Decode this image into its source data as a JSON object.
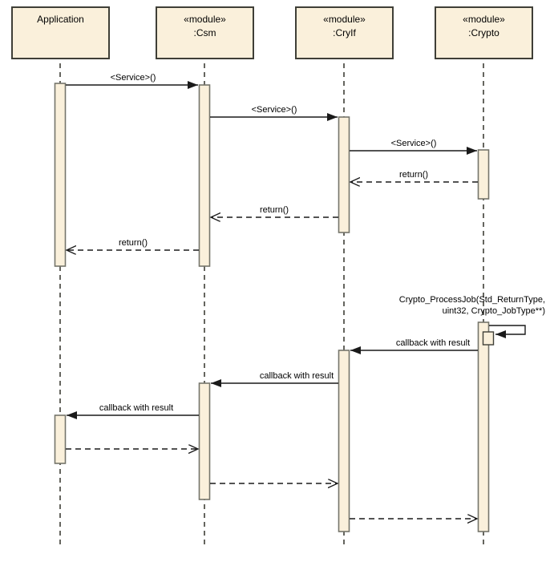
{
  "diagram_type": "uml-sequence-diagram",
  "lifelines": [
    {
      "stereotype": "",
      "name": "Application"
    },
    {
      "stereotype": "«module»",
      "name": ":Csm"
    },
    {
      "stereotype": "«module»",
      "name": ":CryIf"
    },
    {
      "stereotype": "«module»",
      "name": ":Crypto"
    }
  ],
  "messages": [
    {
      "label": "<Service>()",
      "from": "Application",
      "to": "Csm",
      "type": "sync-call"
    },
    {
      "label": "<Service>()",
      "from": "Csm",
      "to": "CryIf",
      "type": "sync-call"
    },
    {
      "label": "<Service>()",
      "from": "CryIf",
      "to": "Crypto",
      "type": "sync-call"
    },
    {
      "label": "return()",
      "from": "Crypto",
      "to": "CryIf",
      "type": "return"
    },
    {
      "label": "return()",
      "from": "CryIf",
      "to": "Csm",
      "type": "return"
    },
    {
      "label": "return()",
      "from": "Csm",
      "to": "Application",
      "type": "return"
    },
    {
      "label_line1": "Crypto_ProcessJob(Std_ReturnType,",
      "label_line2": "uint32, Crypto_JobType**)",
      "from": "Crypto",
      "to": "Crypto",
      "type": "self-call"
    },
    {
      "label": "callback with result",
      "from": "Crypto",
      "to": "CryIf",
      "type": "sync-call"
    },
    {
      "label": "callback with result",
      "from": "CryIf",
      "to": "Csm",
      "type": "sync-call"
    },
    {
      "label": "callback with result",
      "from": "Csm",
      "to": "Application",
      "type": "sync-call"
    },
    {
      "label": "",
      "from": "Application",
      "to": "Csm",
      "type": "return"
    },
    {
      "label": "",
      "from": "Csm",
      "to": "CryIf",
      "type": "return"
    },
    {
      "label": "",
      "from": "CryIf",
      "to": "Crypto",
      "type": "return"
    }
  ],
  "colors": {
    "background": "#ffffff",
    "box_fill": "#faf0db",
    "box_border": "#3f3f37",
    "activation_border": "#75756b",
    "message_line": "#1a1a1a",
    "text": "#000000"
  }
}
